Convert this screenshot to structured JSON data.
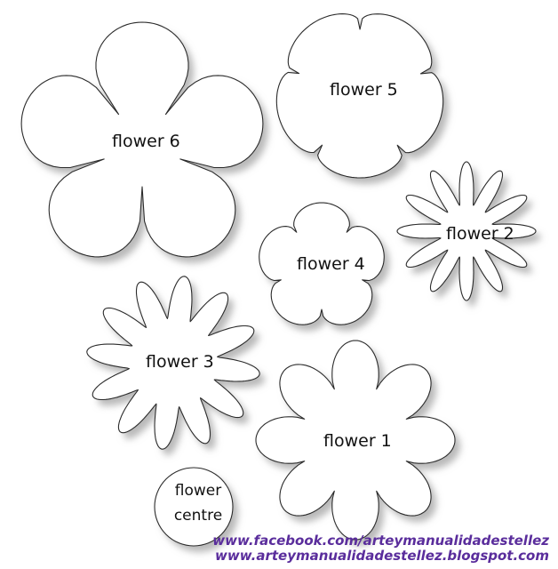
{
  "labels": {
    "flower1": "flower 1",
    "flower2": "flower 2",
    "flower3": "flower 3",
    "flower4": "flower 4",
    "flower5": "flower 5",
    "flower6": "flower 6",
    "centre_line1": "flower",
    "centre_line2": "centre"
  },
  "credits": {
    "facebook": "www.facebook.com/arteymanualidadestellez",
    "blog": "www.arteymanualidadestellez.blogspot.com"
  },
  "colors": {
    "outline": "#2b2b2b",
    "shadow": "#b9b9b9",
    "credit_text": "#5a2d9c"
  }
}
